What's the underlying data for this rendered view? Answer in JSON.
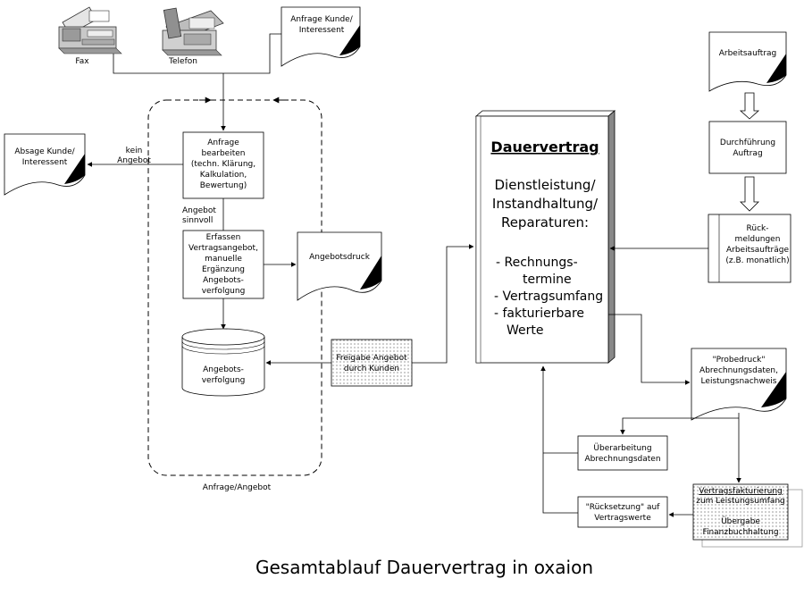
{
  "title": "Gesamtablauf Dauervertrag in oxaion",
  "devices": {
    "fax_label": "Fax",
    "telefon_label": "Telefon"
  },
  "documents": {
    "anfrage_kunde": [
      "Anfrage Kunde/",
      "Interessent"
    ],
    "absage_kunde": [
      "Absage Kunde/",
      "Interessent"
    ],
    "angebotsdruck": [
      "Angebotsdruck"
    ],
    "arbeitsauftrag": [
      "Arbeitsauftrag"
    ],
    "probedruck": [
      "\"Probedruck\"",
      "Abrechnungsdaten,",
      "Leistungsnachweis"
    ]
  },
  "labels": {
    "kein_angebot": [
      "kein",
      "Angebot"
    ],
    "angebot_sinnvoll": [
      "Angebot",
      "sinnvoll"
    ],
    "anfrage_angebot": "Anfrage/Angebot"
  },
  "processes": {
    "anfrage_bearbeiten": [
      "Anfrage",
      "bearbeiten",
      "(techn. Klärung,",
      "Kalkulation,",
      "Bewertung)"
    ],
    "erfassen": [
      "Erfassen",
      "Vertragsangebot,",
      "manuelle",
      "Ergänzung",
      "Angebots-",
      "verfolgung"
    ],
    "durchfuehrung": [
      "Durchführung",
      "Auftrag"
    ],
    "rueckmeldungen": [
      "Rück-",
      "meldungen",
      "Arbeitsaufträge",
      "(z.B. monatlich)"
    ],
    "ueberarbeitung": [
      "Überarbeitung",
      "Abrechnungsdaten"
    ],
    "ruecksetzung": [
      "\"Rücksetzung\" auf",
      "Vertragswerte"
    ],
    "freigabe": [
      "Freigabe Angebot",
      "durch Kunden"
    ],
    "fakturierung": [
      "Vertragsfakturierung",
      "zum Leistungsumfang",
      "Übergabe",
      "Finanzbuchhaltung"
    ]
  },
  "database": {
    "angebotsverfolgung": [
      "Angebots-",
      "verfolgung"
    ]
  },
  "contract": {
    "heading": "Dauervertrag",
    "subtitle": [
      "Dienstleistung/",
      "Instandhaltung/",
      "Reparaturen:"
    ],
    "items": [
      "- Rechnungs-",
      "termine",
      "- Vertragsumfang",
      "- fakturierbare",
      "Werte"
    ]
  }
}
